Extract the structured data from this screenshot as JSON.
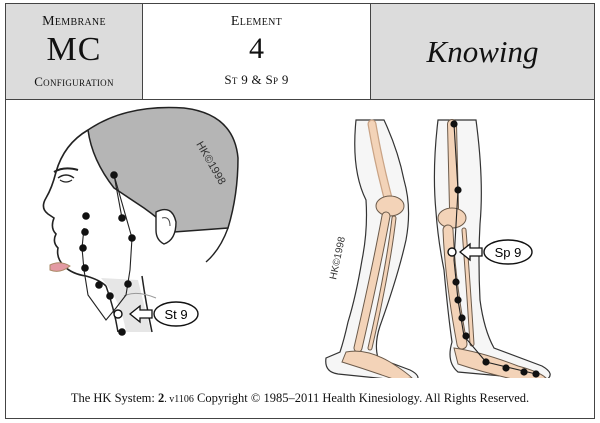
{
  "header": {
    "membrane_label_top": "Membrane",
    "membrane_code": "MC",
    "membrane_label_bottom": "Configuration",
    "element_label": "Element",
    "element_number": "4",
    "element_points": "St 9 & Sp 9",
    "name": "Knowing"
  },
  "diagram": {
    "head_watermark": "HK©1998",
    "leg_watermark": "HK©1998",
    "point_left_label": "St 9",
    "point_right_label": "Sp 9"
  },
  "footer": {
    "prefix": "The HK System: ",
    "system_number": "2",
    "version": ". v1106",
    "copyright": " Copyright © 1985–2011  Health Kinesiology.  All Rights Reserved."
  },
  "colors": {
    "border": "#444444",
    "header_gray": "#dcdcdc",
    "hair_gray": "#b5b5b5",
    "bone": "#f3d3b8",
    "lips": "#e39aa3"
  }
}
